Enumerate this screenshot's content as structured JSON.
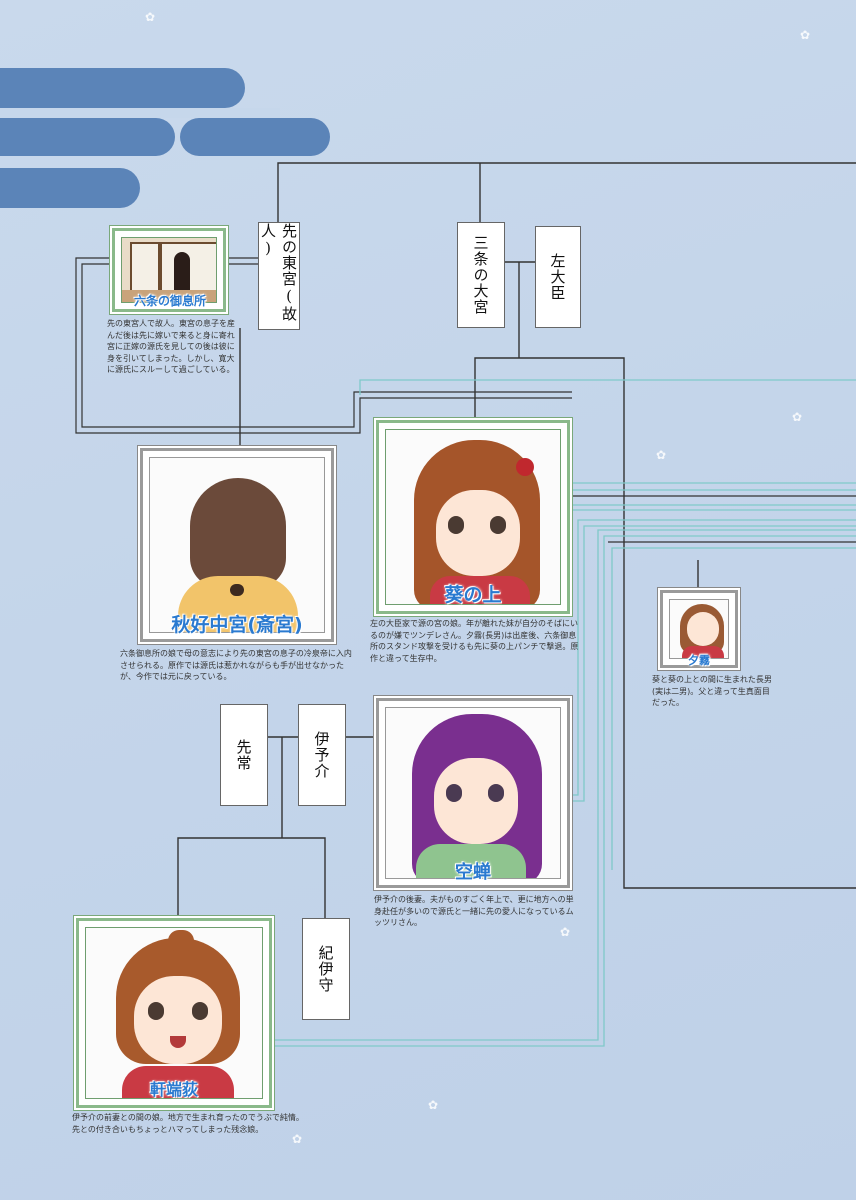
{
  "nameplates": {
    "sakino_togu": "先の東宮(故人)",
    "sanjo": "三条の大宮",
    "sadaijin": "左大臣",
    "sakinohitachi": "先常",
    "iyonosuke": "伊予介",
    "kinokami": "紀伊守"
  },
  "characters": {
    "rokujo": {
      "name": "六条の御息所",
      "caption": "先の東宮人で故人。東宮の息子を産んだ後は先に嫁いで来ると身に寄れ宮に正嫁の源氏を見しての後は彼に身を引いてしまった。しかし、寛大に源氏にスルーして過ごしている。"
    },
    "akikonomu": {
      "name": "秋好中宮(斎宮)",
      "caption": "六条御息所の娘で母の意志により先の東宮の息子の冷泉帝に入内させられる。原作では源氏は惹かれながらも手が出せなかったが、今作では元に戻っている。"
    },
    "aoi": {
      "name": "葵の上",
      "caption": "左の大臣家で源の宮の娘。年が離れた妹が自分のそばにいるのが嫌でツンデレさん。夕霧(長男)は出産後、六条御息所のスタンド攻撃を受けるも先に葵の上パンチで撃退。原作と違って生存中。"
    },
    "yugiri": {
      "name": "夕霧",
      "caption": "葵と葵の上との間に生まれた長男(実は二男)。父と違って生真面目だった。"
    },
    "utsusemi": {
      "name": "空蝉",
      "caption": "伊予介の後妻。夫がものすごく年上で、更に地方への単身赴任が多いので源氏と一緒に先の愛人になっているムッツリさん。"
    },
    "nokiba": {
      "name": "軒端荻",
      "caption": "伊予介の前妻との間の娘。地方で生まれ育ったのでうぶで純情。先との付き合いもちょっとハマってしまった残念娘。"
    }
  },
  "colors": {
    "background": "#c6d7eb",
    "cloud": "#5b84b8",
    "line_dark": "#333333",
    "line_teal": "#7fc9c9",
    "frame_green": "#8ab98a",
    "name_blue": "#2a7ad0"
  }
}
